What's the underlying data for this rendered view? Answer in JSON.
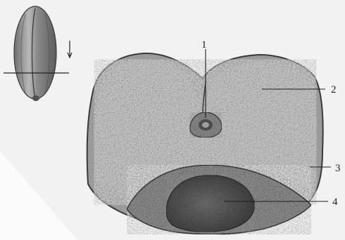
{
  "labels": [
    {
      "id": "l1",
      "text": "1"
    },
    {
      "id": "l2",
      "text": "2"
    },
    {
      "id": "l3",
      "text": "3"
    },
    {
      "id": "l4",
      "text": "4"
    }
  ],
  "icons": {
    "inset_seed": "seed-icon",
    "cut_arrow": "down-arrow-icon"
  }
}
